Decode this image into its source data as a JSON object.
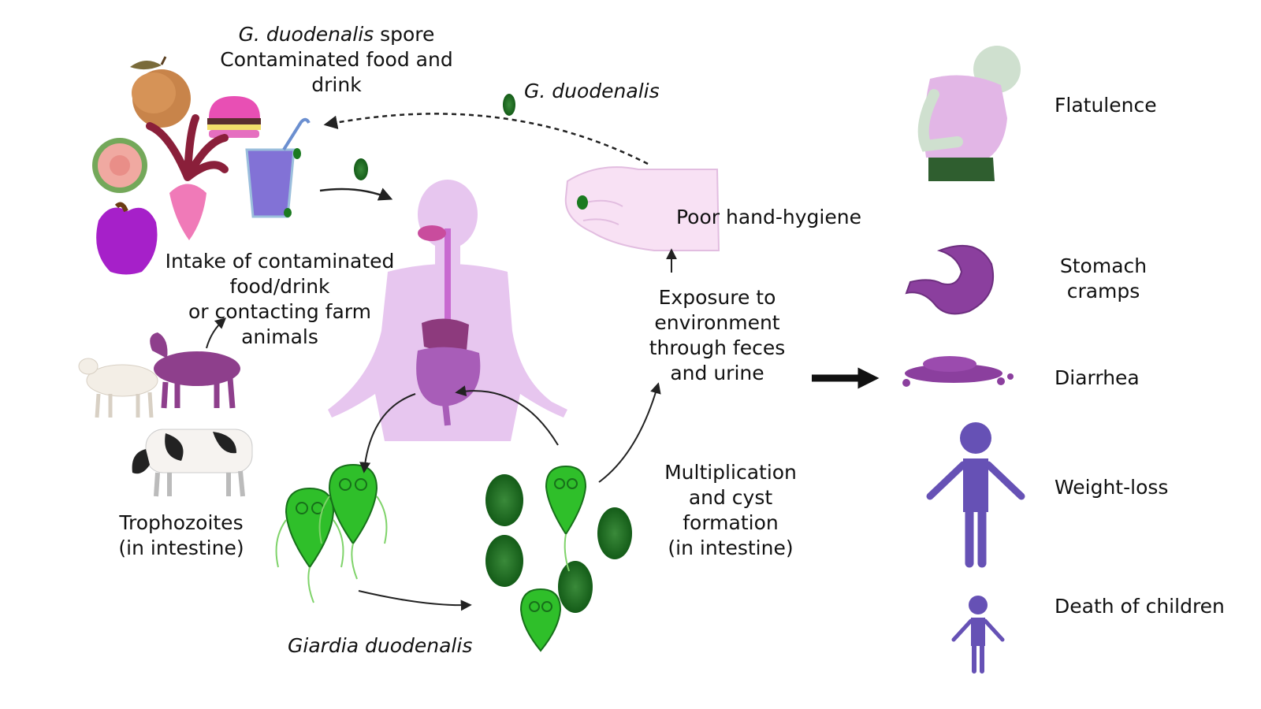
{
  "labels": {
    "spore_species": "G. duodenalis",
    "spore_word": " spore",
    "spore_line2": "Contaminated food and",
    "spore_line3": "drink",
    "top_species": "G. duodenalis",
    "hand_hygiene": "Poor hand-hygiene",
    "intake_l1": "Intake of contaminated",
    "intake_l2": "food/drink",
    "intake_l3": "or contacting farm",
    "intake_l4": "animals",
    "exposure_l1": "Exposure to",
    "exposure_l2": "environment",
    "exposure_l3": "through feces",
    "exposure_l4": "and urine",
    "tropho_l1": "Trophozoites",
    "tropho_l2": "(in intestine)",
    "multi_l1": "Multiplication",
    "multi_l2": "and cyst",
    "multi_l3": "formation",
    "multi_l4": "(in intestine)",
    "giardia": "Giardia duodenalis"
  },
  "symptoms": {
    "flatulence": "Flatulence",
    "stomach_l1": "Stomach",
    "stomach_l2": "cramps",
    "diarrhea": "Diarrhea",
    "weight_loss": "Weight-loss",
    "death": "Death of children"
  },
  "colors": {
    "parasite": "#1f9a2a",
    "cyst": "#1b6b20",
    "body": "#e7c6ef",
    "symptom_purple": "#6651b5",
    "stomach": "#8b3f9e"
  }
}
